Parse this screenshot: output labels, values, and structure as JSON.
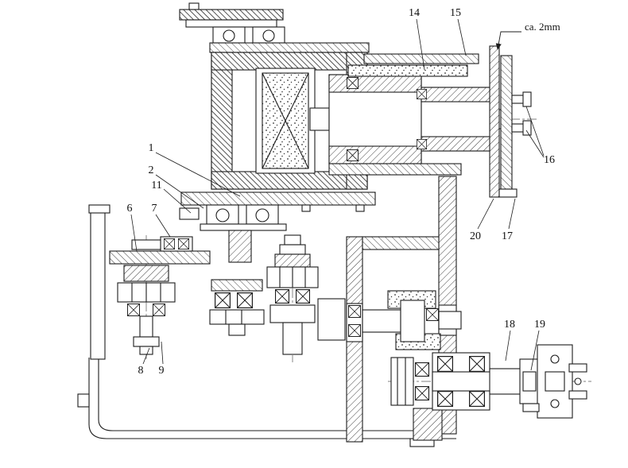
{
  "figure": {
    "annotation": "ca. 2mm",
    "part_labels": {
      "p1": "1",
      "p2": "2",
      "p6": "6",
      "p7": "7",
      "p8": "8",
      "p9": "9",
      "p11": "11",
      "p14": "14",
      "p15": "15",
      "p16": "16",
      "p17": "17",
      "p18": "18",
      "p19": "19",
      "p20": "20"
    }
  }
}
